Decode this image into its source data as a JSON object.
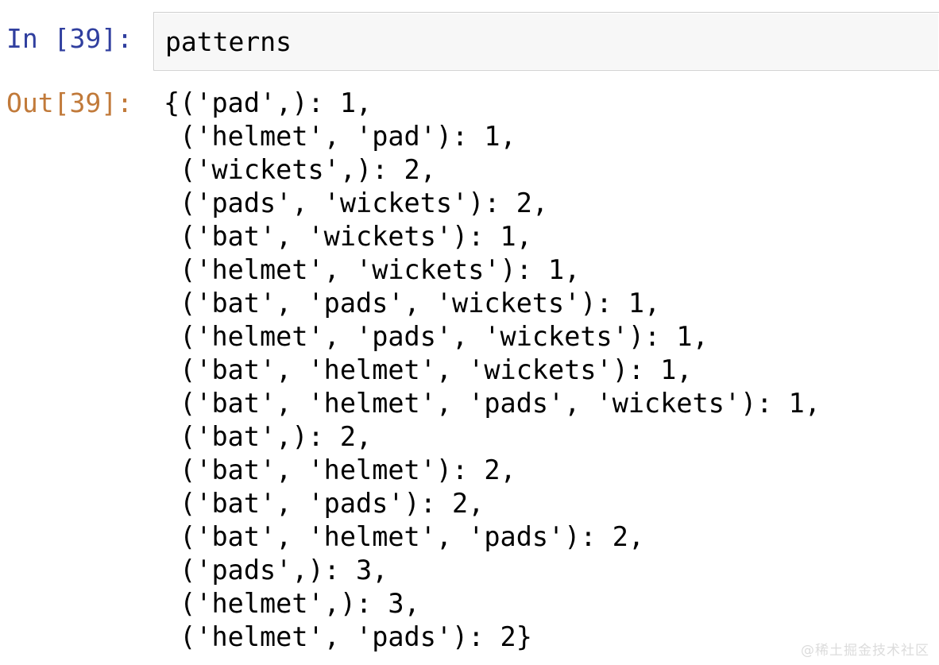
{
  "notebook": {
    "input_cell": {
      "prompt": "In [39]:",
      "prompt_color": "#303F9F",
      "code": "patterns",
      "background": "#f7f7f7",
      "border_color": "#cfcfcf"
    },
    "output_cell": {
      "prompt": "Out[39]:",
      "prompt_color": "#C17A3A",
      "open_brace": "{",
      "close_brace": "}",
      "entries": [
        {
          "key": "('pad',)",
          "value": "1"
        },
        {
          "key": "('helmet', 'pad')",
          "value": "1"
        },
        {
          "key": "('wickets',)",
          "value": "2"
        },
        {
          "key": "('pads', 'wickets')",
          "value": "2"
        },
        {
          "key": "('bat', 'wickets')",
          "value": "1"
        },
        {
          "key": "('helmet', 'wickets')",
          "value": "1"
        },
        {
          "key": "('bat', 'pads', 'wickets')",
          "value": "1"
        },
        {
          "key": "('helmet', 'pads', 'wickets')",
          "value": "1"
        },
        {
          "key": "('bat', 'helmet', 'wickets')",
          "value": "1"
        },
        {
          "key": "('bat', 'helmet', 'pads', 'wickets')",
          "value": "1"
        },
        {
          "key": "('bat',)",
          "value": "2"
        },
        {
          "key": "('bat', 'helmet')",
          "value": "2"
        },
        {
          "key": "('bat', 'pads')",
          "value": "2"
        },
        {
          "key": "('bat', 'helmet', 'pads')",
          "value": "2"
        },
        {
          "key": "('pads',)",
          "value": "3"
        },
        {
          "key": "('helmet',)",
          "value": "3"
        },
        {
          "key": "('helmet', 'pads')",
          "value": "2"
        }
      ],
      "text": "{('pad',): 1,\n ('helmet', 'pad'): 1,\n ('wickets',): 2,\n ('pads', 'wickets'): 2,\n ('bat', 'wickets'): 1,\n ('helmet', 'wickets'): 1,\n ('bat', 'pads', 'wickets'): 1,\n ('helmet', 'pads', 'wickets'): 1,\n ('bat', 'helmet', 'wickets'): 1,\n ('bat', 'helmet', 'pads', 'wickets'): 1,\n ('bat',): 2,\n ('bat', 'helmet'): 2,\n ('bat', 'pads'): 2,\n ('bat', 'helmet', 'pads'): 2,\n ('pads',): 3,\n ('helmet',): 3,\n ('helmet', 'pads'): 2}"
    }
  },
  "watermark": {
    "text": "@稀土掘金技术社区"
  }
}
